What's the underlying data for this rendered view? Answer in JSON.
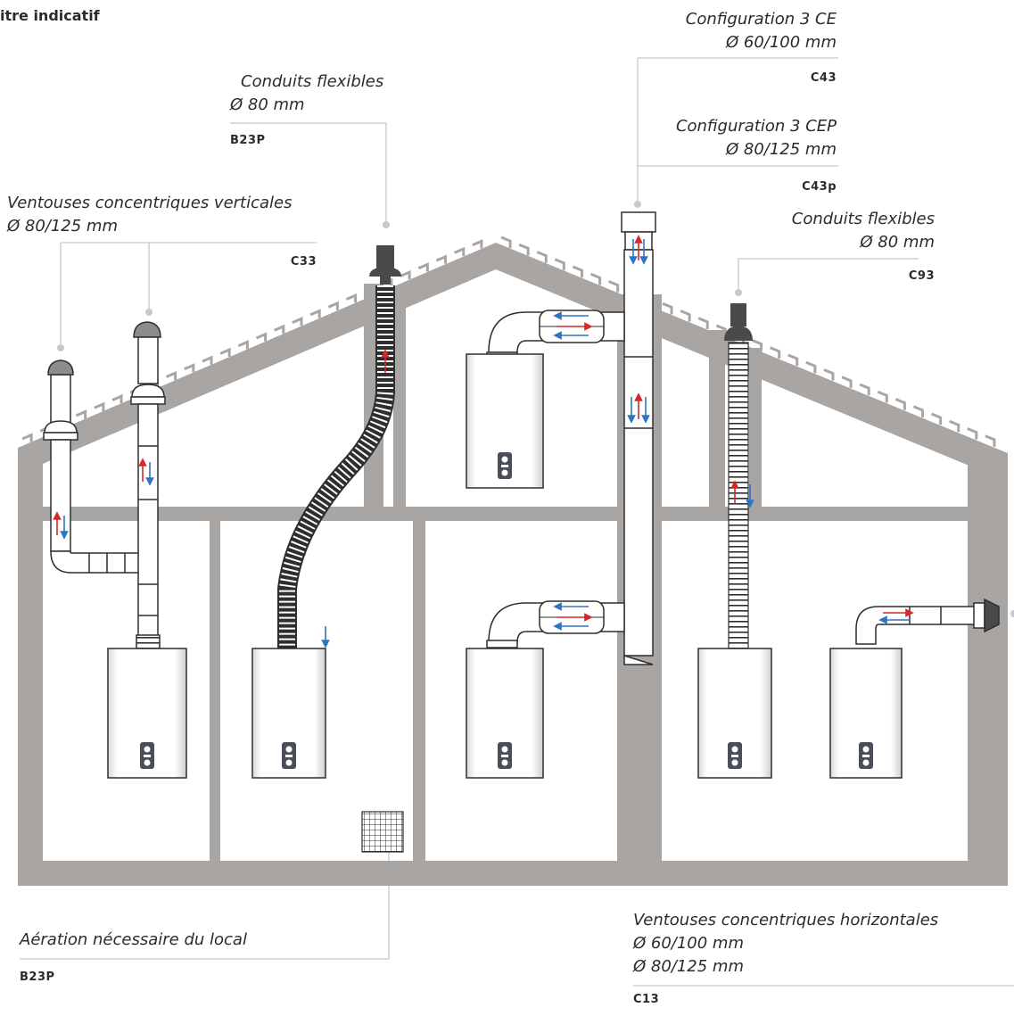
{
  "title": "itre indicatif",
  "labels": {
    "c43_l1": "Configuration 3 CE",
    "c43_l2": "Ø 60/100 mm",
    "c43_code": "C43",
    "c43p_l1": "Configuration 3 CEP",
    "c43p_l2": "Ø 80/125 mm",
    "c43p_code": "C43p",
    "b23p_top_l1": "Conduits flexibles",
    "b23p_top_l2": "Ø 80 mm",
    "b23p_top_code": "B23P",
    "c33_l1": "Ventouses concentriques verticales",
    "c33_l2": " Ø 80/125 mm",
    "c33_code": "C33",
    "c93_l1": "Conduits flexibles",
    "c93_l2": "Ø 80 mm",
    "c93_code": "C93",
    "aeration_l1": "Aération nécessaire du local",
    "aeration_code": "B23P",
    "c13_l1": "Ventouses concentriques horizontales",
    "c13_l2": "Ø 60/100 mm",
    "c13_l3": "Ø 80/125 mm",
    "c13_code": "C13"
  },
  "colors": {
    "wall": "#a9a5a3",
    "outline": "#2e2e2e",
    "leader": "#c4c8d0",
    "hot": "#d4282c",
    "cold": "#2d74c4",
    "boiler_panel": "#4a4e58"
  }
}
